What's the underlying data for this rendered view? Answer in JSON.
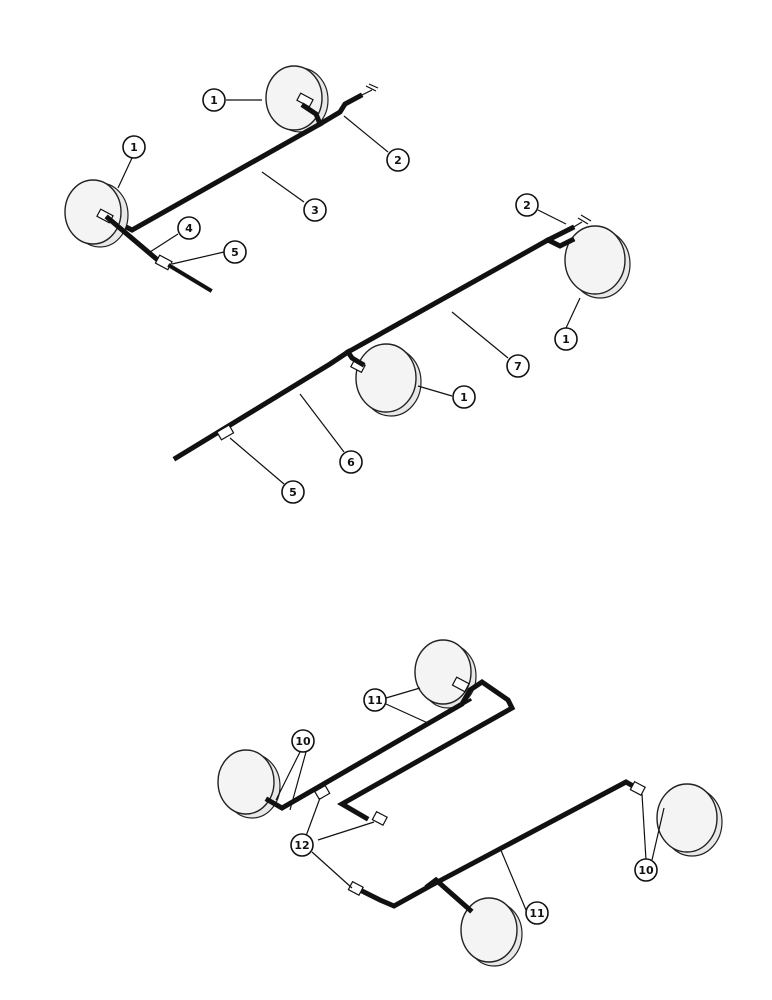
{
  "callouts": {
    "a1": "1",
    "a2": "2",
    "a3": "3",
    "a4": "4",
    "a5": "5",
    "a1b": "1",
    "b1": "1",
    "b2": "2",
    "b7": "7",
    "b1c": "1",
    "b6": "6",
    "b5": "5",
    "c11": "11",
    "c10": "10",
    "c12": "12",
    "c10b": "10",
    "c11b": "11"
  },
  "colors": {
    "ink": "#111111",
    "paper": "#ffffff",
    "lamp": "#f4f4f4"
  }
}
